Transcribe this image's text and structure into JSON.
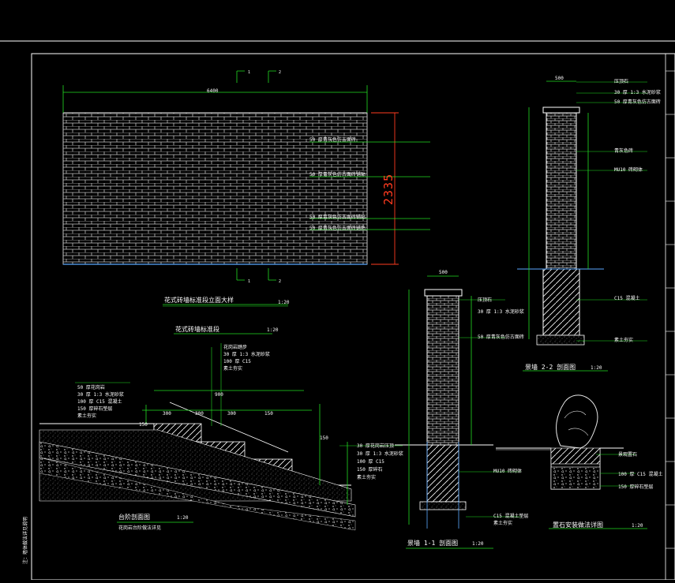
{
  "colors": {
    "background": "#000000",
    "frame": "#ffffff",
    "brick": "#bfbfbf",
    "dimension": "#22dd22",
    "accent_dim": "#ff3b1f",
    "ground": "#ffffff",
    "leader": "#ffff66",
    "stone": "#e8e8e8"
  },
  "wall_elevation": {
    "title": "花式砖墙标准段立面大样",
    "scale": "1:20",
    "height_dim": "2335",
    "top_dim": "6400",
    "section_marks": [
      "1",
      "2",
      "1",
      "2"
    ],
    "callouts": [
      "50 厚青灰色仿古面砖",
      "50 厚青灰色仿古面砖铺贴",
      "50 厚青灰色仿古面砖铺贴",
      "50 厚青灰色仿古面砖铺贴"
    ]
  },
  "step_detail": {
    "title": "花式砖墙标准段",
    "scale": "1:20",
    "section_title": "台阶剖面图",
    "section_scale": "1:20",
    "note": "花岗岩台阶做法详见",
    "callouts_left": [
      "50 厚花岗岩",
      "30 厚 1:3 水泥砂浆",
      "100 厚 C15 混凝土",
      "150 厚碎石垫层",
      "素土夯实"
    ],
    "callouts_top": [
      "花岗岩踏步",
      "30 厚 1:3 水泥砂浆",
      "100 厚 C15",
      "素土夯实"
    ],
    "callouts_right": [
      "30 厚花岗岩压顶",
      "30 厚 1:3 水泥砂浆",
      "100 厚 C15",
      "150 厚碎石",
      "素土夯实"
    ],
    "dims": [
      "300",
      "300",
      "300",
      "150",
      "150",
      "150",
      "900"
    ]
  },
  "section_11": {
    "title": "景墙 1-1 剖面图",
    "scale": "1:20",
    "top_dim": "500",
    "callouts": [
      "压顶石",
      "30 厚 1:3 水泥砂浆",
      "50 厚青灰色仿古面砖",
      "MU10 砖砌体",
      "C15 混凝土垫层",
      "素土夯实"
    ]
  },
  "section_22": {
    "title": "景墙 2-2 剖面图",
    "scale": "1:20",
    "top_dim": "500",
    "callouts": [
      "压顶石",
      "30 厚 1:3 水泥砂浆",
      "50 厚青灰色仿古面砖",
      "青灰色砖",
      "MU10 砖砌体",
      "C15 混凝土",
      "素土夯实"
    ]
  },
  "rock_detail": {
    "title": "置石安装做法详图",
    "scale": "1:20",
    "callouts": [
      "景观置石",
      "100 厚 C15 混凝土",
      "150 厚碎石垫层"
    ]
  },
  "side_note": "注：墙体做法详见说明"
}
